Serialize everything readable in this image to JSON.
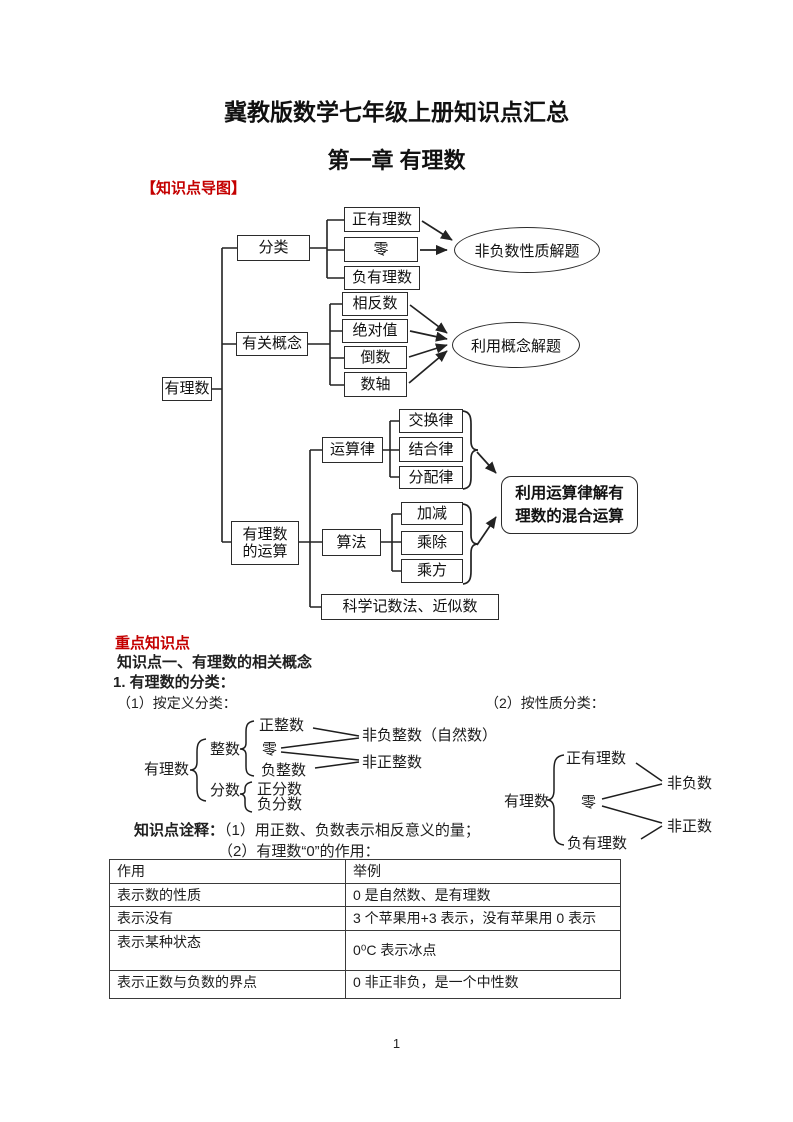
{
  "colors": {
    "accent_red": "#c40000",
    "ink": "#1f1f1f"
  },
  "headings": {
    "doc_title": "冀教版数学七年级上册知识点汇总",
    "chapter": "第一章 有理数",
    "map_label": "【知识点导图】",
    "key_points": "重点知识点",
    "topic1": "知识点一、有理数的相关概念",
    "item1": "1. 有理数的分类：",
    "note_label": "知识点诠释：",
    "note1": "（1）用正数、负数表示相反意义的量；",
    "note2": "（2）有理数“0”的作用："
  },
  "mindmap": {
    "root": "有理数",
    "classify": {
      "label": "分类",
      "items": [
        "正有理数",
        "零",
        "负有理数"
      ],
      "result": "非负数性质解题"
    },
    "concepts": {
      "label": "有关概念",
      "items": [
        "相反数",
        "绝对值",
        "倒数",
        "数轴"
      ],
      "result": "利用概念解题"
    },
    "operations": {
      "label": "有理数\n的运算",
      "laws": {
        "label": "运算律",
        "items": [
          "交换律",
          "结合律",
          "分配律"
        ]
      },
      "methods": {
        "label": "算法",
        "items": [
          "加减",
          "乘除",
          "乘方"
        ]
      },
      "extra": "科学记数法、近似数",
      "result": "利用运算律解有\n理数的混合运算"
    }
  },
  "def_class": {
    "heading": "（1）按定义分类：",
    "root": "有理数",
    "int": "整数",
    "pos_int": "正整数",
    "zero": "零",
    "neg_int": "负整数",
    "frac": "分数",
    "pos_frac": "正分数",
    "neg_frac": "负分数",
    "nonneg": "非负整数（自然数）",
    "nonpos": "非正整数"
  },
  "prop_class": {
    "heading": "（2）按性质分类：",
    "root": "有理数",
    "pos": "正有理数",
    "zero": "零",
    "neg": "负有理数",
    "nonneg": "非负数",
    "nonpos": "非正数"
  },
  "zero_table": {
    "headers": [
      "作用",
      "举例"
    ],
    "rows": [
      [
        "表示数的性质",
        "0 是自然数、是有理数"
      ],
      [
        "表示没有",
        "3 个苹果用+3 表示，没有苹果用 0 表示"
      ],
      [
        "表示某种状态",
        "0⁰C 表示冰点"
      ],
      [
        "表示正数与负数的界点",
        "0 非正非负，是一个中性数"
      ]
    ]
  },
  "footer": {
    "page_number": "1"
  }
}
